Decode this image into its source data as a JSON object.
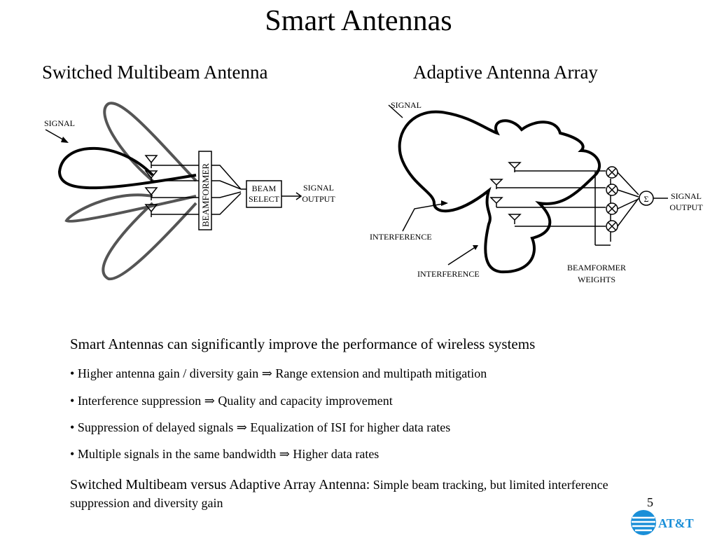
{
  "title": "Smart Antennas",
  "left_diagram": {
    "heading": "Switched Multibeam Antenna",
    "signal_label": "SIGNAL",
    "beamformer_label": "BEAMFORMER",
    "beam_select_line1": "BEAM",
    "beam_select_line2": "SELECT",
    "output_line1": "SIGNAL",
    "output_line2": "OUTPUT"
  },
  "right_diagram": {
    "heading": "Adaptive Antenna Array",
    "signal_label": "SIGNAL",
    "interference_1": "INTERFERENCE",
    "interference_2": "INTERFERENCE",
    "weights_line1": "BEAMFORMER",
    "weights_line2": "WEIGHTS",
    "sum_symbol": "Σ",
    "output_line1": "SIGNAL",
    "output_line2": "OUTPUT"
  },
  "headline": "Smart Antennas can significantly improve the performance of wireless systems",
  "bullets": [
    {
      "left": "Higher antenna gain / diversity gain",
      "right": "Range extension and multipath mitigation"
    },
    {
      "left": "Interference suppression",
      "right": "Quality and capacity improvement"
    },
    {
      "left": "Suppression of delayed signals",
      "right": "Equalization of ISI for higher data rates"
    },
    {
      "left": "Multiple signals in the same bandwidth",
      "right": "Higher data rates"
    }
  ],
  "bullet_marker": "•",
  "implies_symbol": "⇒",
  "summary_lead": "Switched Multibeam versus Adaptive Array Antenna:",
  "summary_rest": "Simple beam tracking, but limited interference suppression and diversity gain",
  "page_number": "5",
  "logo_text": "AT&T",
  "colors": {
    "logo_blue": "#1a8fd8",
    "lobe_gray": "#555555"
  }
}
